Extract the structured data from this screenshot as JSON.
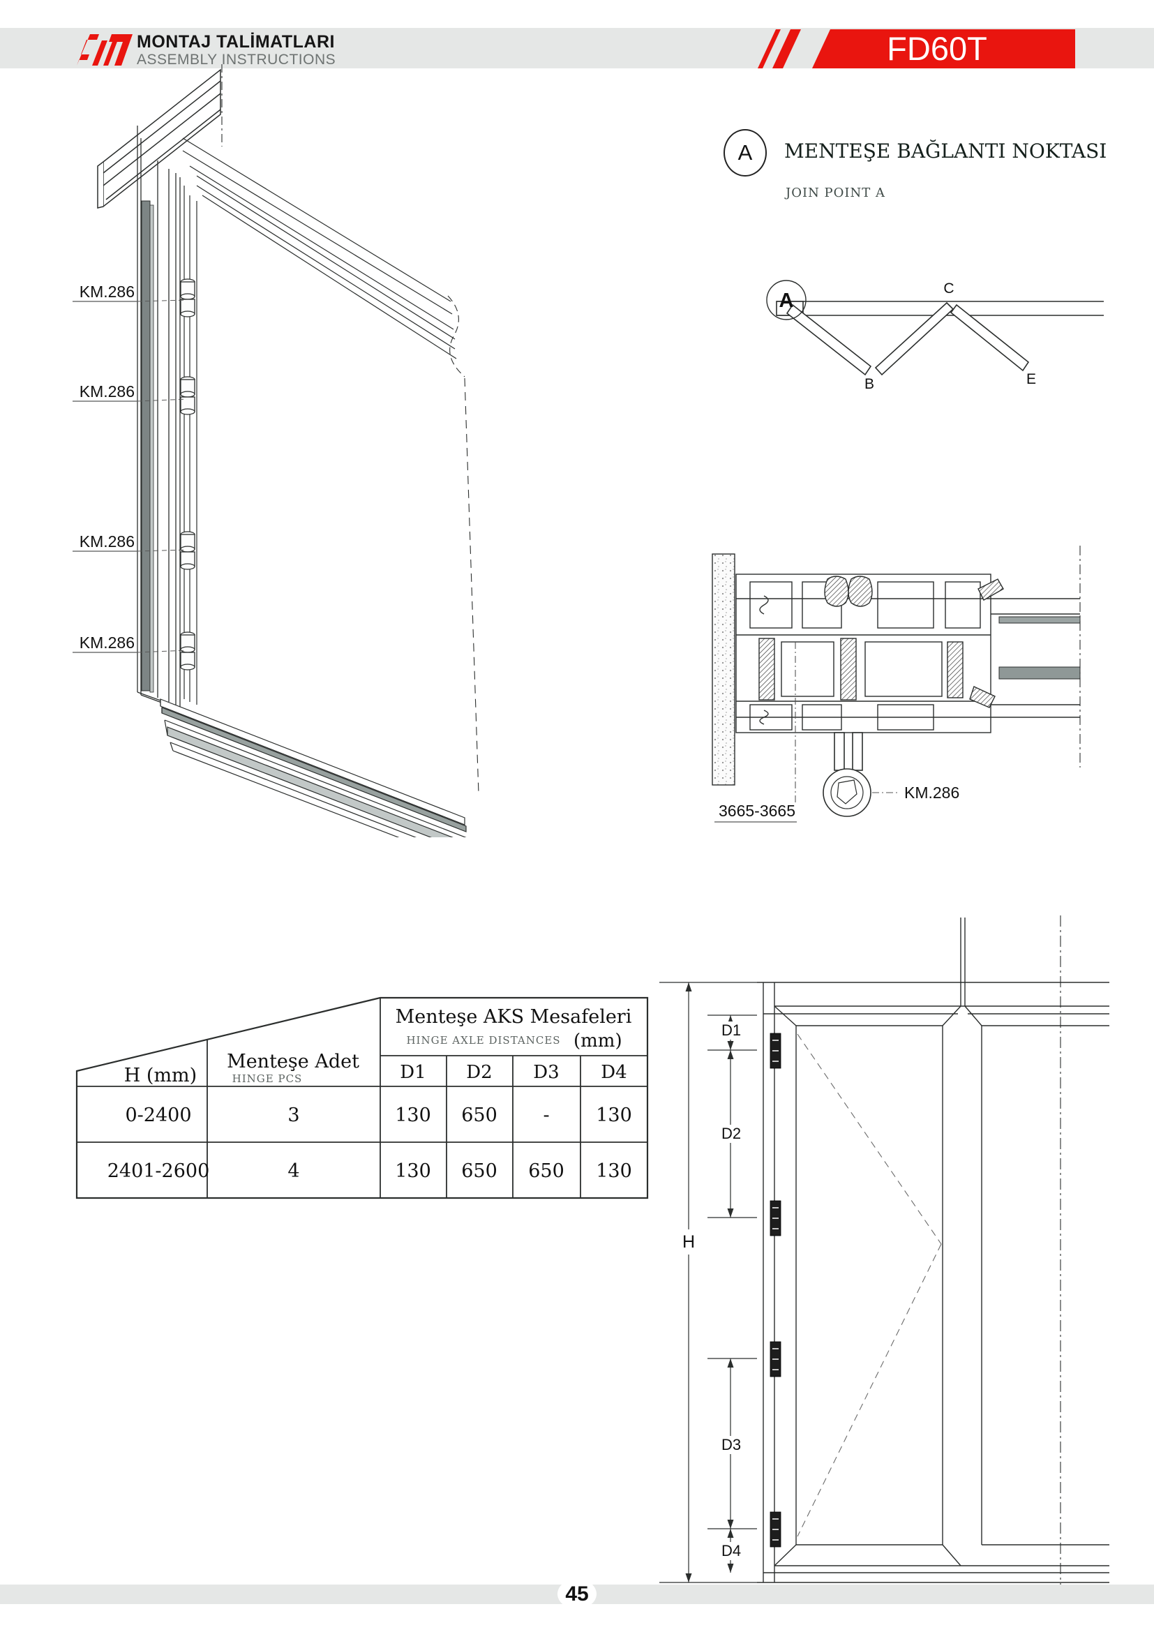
{
  "header": {
    "title_tr": "MONTAJ TALİMATLARI",
    "title_en": "ASSEMBLY INSTRUCTIONS",
    "product_code": "FD60T"
  },
  "join_point": {
    "marker": "A",
    "title_tr": "MENTEŞE BAĞLANTI NOKTASI",
    "title_en": "JOIN POINT A"
  },
  "fold_schematic": {
    "a": "A",
    "b": "B",
    "c": "C",
    "e": "E"
  },
  "iso_drawing": {
    "hinge_label": "KM.286"
  },
  "section": {
    "dimension_label": "3665-3665",
    "hinge_label": "KM.286"
  },
  "table": {
    "col_h": "H (mm)",
    "col_hinge_tr": "Menteşe Adet",
    "col_hinge_en": "HINGE PCS",
    "group_tr": "Menteşe AKS Mesafeleri",
    "group_en": "HINGE AXLE DISTANCES",
    "group_unit": "(mm)",
    "distance_cols": [
      "D1",
      "D2",
      "D3",
      "D4"
    ],
    "rows": [
      {
        "h": "0-2400",
        "pcs": "3",
        "d1": "130",
        "d2": "650",
        "d3": "-",
        "d4": "130"
      },
      {
        "h": "2401-2600",
        "pcs": "4",
        "d1": "130",
        "d2": "650",
        "d3": "650",
        "d4": "130"
      }
    ]
  },
  "elevation": {
    "height_label": "H",
    "d1": "D1",
    "d2": "D2",
    "d3": "D3",
    "d4": "D4"
  },
  "footer": {
    "page_number": "45"
  },
  "colors": {
    "accent_red": "#e9150f",
    "band_gray": "#e5e7e6",
    "line_dark": "#2b2e2d"
  }
}
